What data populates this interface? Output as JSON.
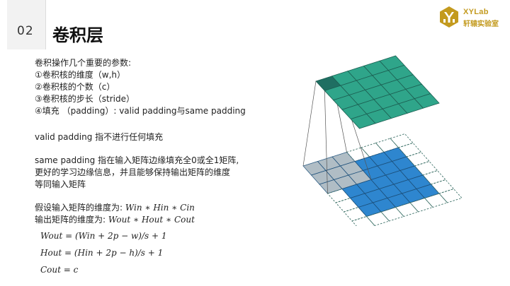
{
  "slide": {
    "number": "02",
    "title": "卷积层"
  },
  "logo": {
    "text_en": "XYLab",
    "text_cn": "轩辕实验室",
    "color": "#c39a1e"
  },
  "content": {
    "intro": "卷积操作几个重要的参数:",
    "params": [
      "①卷积核的维度（w,h）",
      "②卷积核的个数（c）",
      "③卷积核的步长（stride）",
      "④填充 （padding）:  valid padding与same padding"
    ],
    "valid_desc": "valid padding 指不进行任何填充",
    "same_desc": [
      "same padding 指在输入矩阵边缘填充全0或全1矩阵,",
      "更好的学习边缘信息，并且能够保持输出矩阵的维度",
      "等同输入矩阵"
    ],
    "input_dim_label": "假设输入矩阵的维度为: ",
    "input_dim_expr": "Win ∗ Hin ∗ Cin",
    "output_dim_label": "输出矩阵的维度为: ",
    "output_dim_expr": "Wout  ∗ Hout ∗ Cout",
    "formulas": [
      "Wout = (Win + 2p − w)/s + 1",
      "Hout = (Hin + 2p − h)/s + 1",
      "Cout = c"
    ]
  },
  "diagram_colors": {
    "output": "#2fa58a",
    "output_highlight": "#1f6f62",
    "input": "#2e86cf",
    "kernel": "#a8b6bf",
    "padding_line": "#3a6f66"
  }
}
